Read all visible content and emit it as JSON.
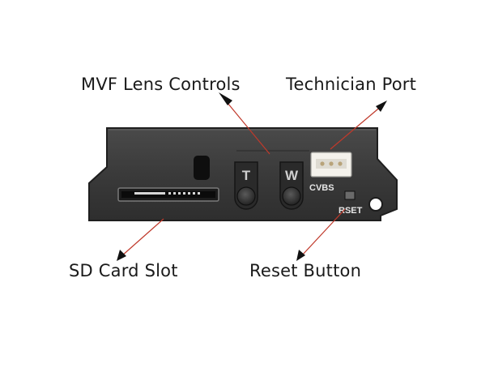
{
  "callouts": {
    "mvf_lens_controls": "MVF Lens Controls",
    "technician_port": "Technician Port",
    "sd_card_slot": "SD Card Slot",
    "reset_button": "Reset Button"
  },
  "panel_markings": {
    "t_button": "T",
    "w_button": "W",
    "cvbs": "CVBS",
    "rset": "RSET"
  },
  "colors": {
    "arrow": "#c0392b",
    "arrow_head": "#111111",
    "panel": "#3a3a3a",
    "text": "#1a1a1a"
  }
}
